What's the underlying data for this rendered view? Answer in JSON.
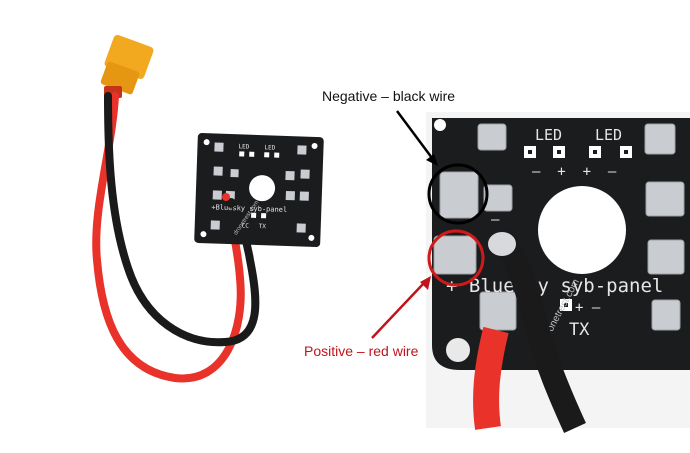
{
  "callouts": {
    "negative": "Negative – black wire",
    "positive": "Positive – red wire"
  },
  "board_left": {
    "led_left": "LED",
    "led_right": "LED",
    "brand": "+Bluesky syb-panel",
    "tx": "TX",
    "cc": "CC",
    "watermark": "dronetrest.com"
  },
  "board_right": {
    "led_left": "LED",
    "led_right": "LED",
    "pol_row1": "–  +  +  –",
    "minus_sign": "–",
    "brand": "+ Bluesky syb-panel",
    "plus_minus": "+ –",
    "cc_tx": "CC  TX",
    "watermark": "dronetrest.com"
  },
  "colors": {
    "pcb": "#1b1c1e",
    "pad": "#c9ccd0",
    "wire_red": "#e8322a",
    "wire_black": "#1a1a1a",
    "connector": "#f0a41e",
    "ring_negative": "#000000",
    "ring_positive": "#d01a1a",
    "label_positive": "#c0141b"
  }
}
